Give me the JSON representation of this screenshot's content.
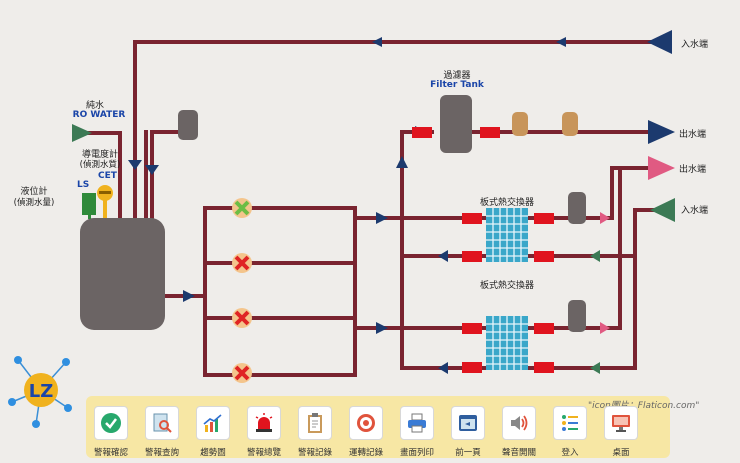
{
  "inlets": {
    "top_right": "入水端",
    "right_lower": "入水端"
  },
  "outlets": {
    "blue": "出水端",
    "pink": "出水端"
  },
  "ro_water": {
    "label_cn": "純水",
    "label_en": "RO WATER"
  },
  "conductivity_meter": {
    "label_line1": "導電度計",
    "label_line2": "(偵測水質)",
    "code": "CET"
  },
  "level_meter": {
    "label_line1": "液位計",
    "label_line2": "(偵測水量)",
    "code": "LS"
  },
  "filter": {
    "label_cn": "過濾器",
    "label_en": "Filter Tank"
  },
  "heat_exchanger_1": {
    "label": "板式熱交換器"
  },
  "heat_exchanger_2": {
    "label": "板式熱交換器"
  },
  "logo": {
    "text": "LZ"
  },
  "credit": "\"icon圖片：Flaticon.com\"",
  "colors": {
    "pipe": "#7a2430",
    "arrow": "#1c3a6e",
    "tank": "#6b6464",
    "valve": "#e02424",
    "toolbar_bg": "#f7e7a4",
    "exchanger": "#3aa7c9"
  },
  "toolbar": {
    "buttons": [
      {
        "label": "警報確認",
        "icon": "check-circle-icon"
      },
      {
        "label": "警報查詢",
        "icon": "search-document-icon"
      },
      {
        "label": "趨勢圖",
        "icon": "trend-chart-icon"
      },
      {
        "label": "警報總覽",
        "icon": "siren-icon"
      },
      {
        "label": "警報記錄",
        "icon": "clipboard-icon"
      },
      {
        "label": "運轉記錄",
        "icon": "target-record-icon"
      },
      {
        "label": "畫面列印",
        "icon": "printer-icon"
      },
      {
        "label": "前一頁",
        "icon": "back-page-icon"
      },
      {
        "label": "聲音開關",
        "icon": "speaker-icon"
      },
      {
        "label": "登入",
        "icon": "login-panel-icon"
      },
      {
        "label": "桌面",
        "icon": "desktop-icon"
      }
    ]
  }
}
